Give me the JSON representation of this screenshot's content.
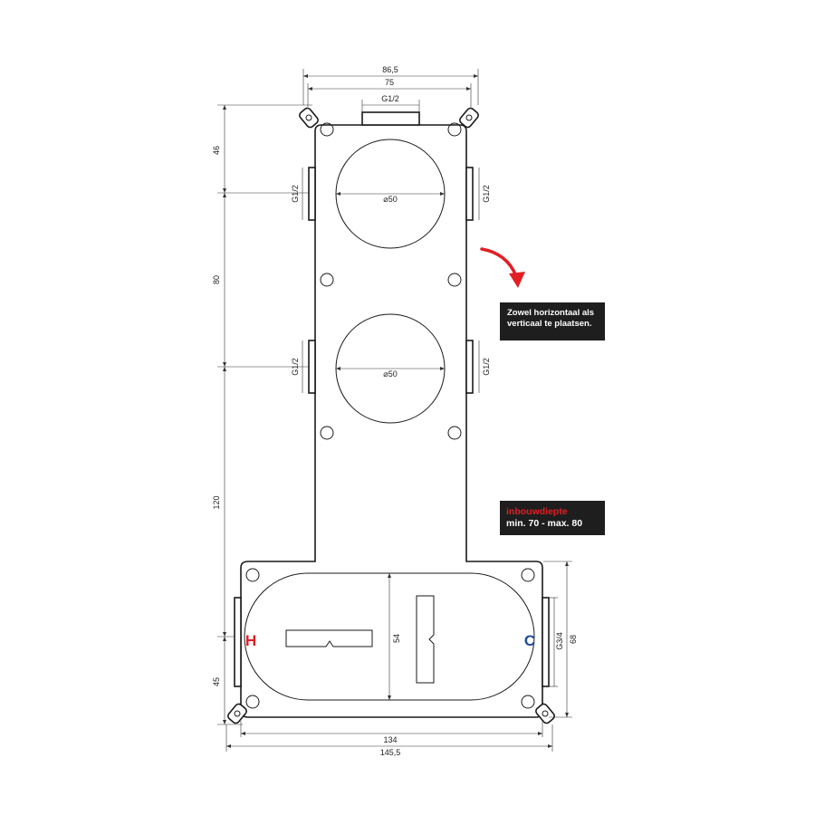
{
  "dimensions": {
    "top_outer_width": "86,5",
    "top_inner_width": "75",
    "top_connection": "G1/2",
    "side_connection": "G1/2",
    "circle_diameter": "⌀50",
    "height_top": "46",
    "height_middle": "80",
    "height_lower": "120",
    "height_bottom": "45",
    "box_height": "54",
    "right_connection": "G3/4",
    "right_height": "68",
    "bottom_inner_width": "134",
    "bottom_outer_width": "145,5"
  },
  "labels": {
    "hot": "H",
    "cold": "C"
  },
  "notes": {
    "orientation_line1": "Zowel horizontaal als",
    "orientation_line2": "verticaal te plaatsen.",
    "depth_title": "inbouwdiepte",
    "depth_value": "min. 70 - max. 80"
  },
  "colors": {
    "hot": "#e31e24",
    "cold": "#1d4a9c",
    "arrow": "#e31e24",
    "note_bg": "#1e1e1e"
  }
}
